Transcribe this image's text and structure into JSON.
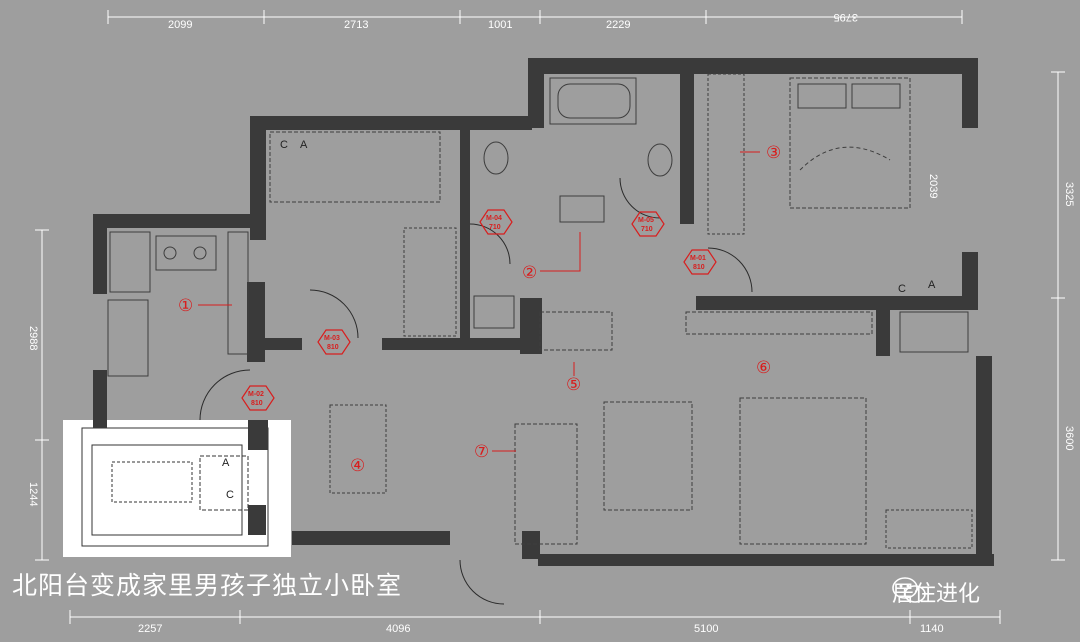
{
  "caption": "北阳台变成家里男孩子独立小卧室",
  "brand": "居住进化",
  "brand_icon": "wechat-icon",
  "dimensions": {
    "top": [
      "2099",
      "2713",
      "1001",
      "2229",
      "3795"
    ],
    "bottom": [
      "2257",
      "4096",
      "5100",
      "1140"
    ],
    "left": [
      "2988",
      "1244"
    ],
    "right": [
      "3325",
      "3600"
    ],
    "inner": "2039"
  },
  "rooms": [
    "①",
    "②",
    "③",
    "④",
    "⑤",
    "⑥",
    "⑦"
  ],
  "doors": [
    {
      "code": "M-04",
      "width": "710"
    },
    {
      "code": "M-05",
      "width": "710"
    },
    {
      "code": "M-01",
      "width": "810"
    },
    {
      "code": "M-03",
      "width": "810"
    },
    {
      "code": "M-02",
      "width": "810"
    }
  ],
  "tags": {
    "a": "A",
    "c": "C"
  },
  "colors": {
    "background": "#9e9e9e",
    "wall": "#3a3a3a",
    "highlight": "#ffffff",
    "label": "#d81e1e"
  }
}
